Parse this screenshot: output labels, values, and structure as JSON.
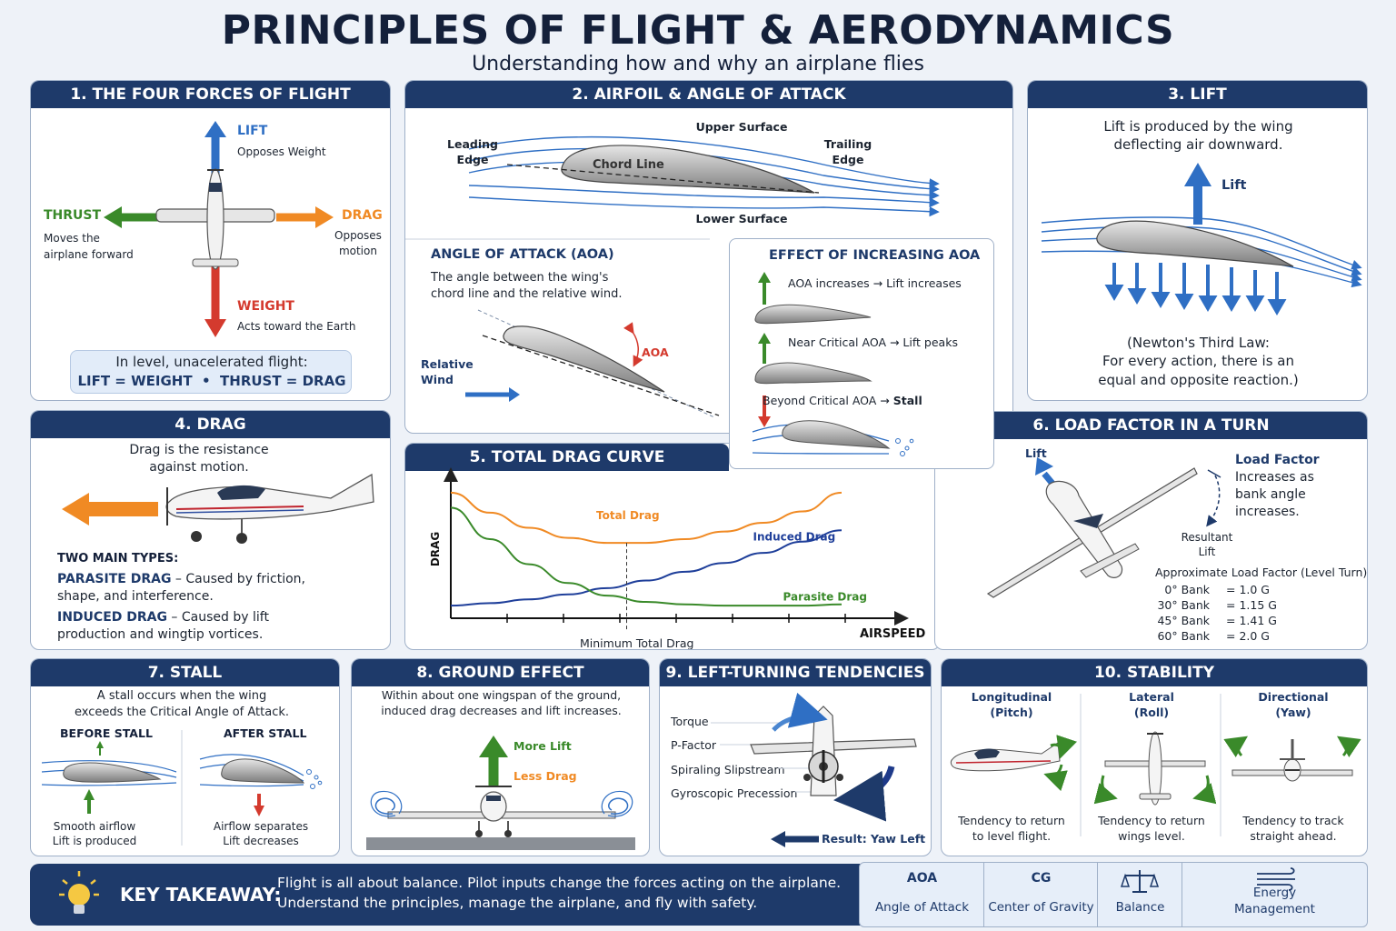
{
  "title": "PRINCIPLES OF FLIGHT & AERODYNAMICS",
  "subtitle": "Understanding how and why an airplane flies",
  "p1": {
    "head": "1. THE FOUR FORCES OF FLIGHT",
    "lift": "LIFT",
    "lift_desc": "Opposes Weight",
    "thrust": "THRUST",
    "thrust_desc": "Moves the\nairplane forward",
    "drag": "DRAG",
    "drag_desc": "Opposes\nmotion",
    "weight": "WEIGHT",
    "weight_desc": "Acts toward the Earth",
    "balance_line1": "In level, unacelerated flight:",
    "balance_line2": "LIFT = WEIGHT  •  THRUST = DRAG"
  },
  "p2": {
    "head": "2. AIRFOIL & ANGLE OF ATTACK",
    "leading_edge": "Leading\nEdge",
    "upper_surface": "Upper Surface",
    "trailing_edge": "Trailing\nEdge",
    "chord_line": "Chord Line",
    "lower_surface": "Lower Surface",
    "aoa_title": "ANGLE OF ATTACK (AOA)",
    "aoa_desc": "The angle between the wing's\nchord line and the relative wind.",
    "aoa_label": "AOA",
    "relative_wind": "Relative\nWind",
    "effect_title": "EFFECT OF INCREASING AOA",
    "effect1": "AOA increases → Lift increases",
    "effect2": "Near Critical AOA → Lift peaks",
    "effect3_prefix": "Beyond Critical AOA → ",
    "effect3_bold": "Stall"
  },
  "p3": {
    "head": "3. LIFT",
    "desc": "Lift is produced by the wing\ndeflecting air downward.",
    "lift": "Lift",
    "newton": "(Newton's Third Law:\nFor every action, there is an\nequal and opposite reaction.)"
  },
  "p4": {
    "head": "4. DRAG",
    "desc": "Drag is the resistance\nagainst motion.",
    "types": "TWO MAIN TYPES:",
    "parasite_b": "PARASITE DRAG",
    "parasite": " – Caused by friction,\nshape, and interference.",
    "induced_b": "INDUCED DRAG",
    "induced": " – Caused by lift\nproduction and wingtip vortices."
  },
  "p5": {
    "head": "5. TOTAL DRAG CURVE",
    "min_label": "Minimum Total Drag"
  },
  "chart_data": {
    "type": "line",
    "xlabel": "AIRSPEED",
    "ylabel": "DRAG",
    "x": [
      0,
      1,
      2,
      3,
      4,
      5,
      6,
      7,
      8,
      9,
      10
    ],
    "series": [
      {
        "name": "Total Drag",
        "values": [
          10.0,
          8.4,
          7.2,
          6.4,
          6.0,
          6.0,
          6.3,
          6.9,
          7.6,
          8.5,
          10.0
        ]
      },
      {
        "name": "Induced Drag",
        "values": [
          1.0,
          1.2,
          1.5,
          1.9,
          2.4,
          3.0,
          3.7,
          4.4,
          5.2,
          6.1,
          7.0
        ]
      },
      {
        "name": "Parasite Drag",
        "values": [
          8.8,
          6.3,
          4.3,
          2.8,
          1.8,
          1.3,
          1.1,
          1.0,
          1.0,
          1.0,
          1.1
        ]
      }
    ],
    "colors": [
      "#f08a24",
      "#1f3f9a",
      "#3a8a2a"
    ],
    "ylim": [
      0,
      11
    ],
    "xlim": [
      0,
      10
    ],
    "grid": false
  },
  "p6": {
    "head": "6. LOAD FACTOR IN A TURN",
    "lift": "Lift",
    "load_factor_b": "Load Factor",
    "load_factor": "Increases as\nbank angle\nincreases.",
    "resultant": "Resultant\nLift",
    "table_title": "Approximate Load Factor (Level Turn)",
    "rows": [
      {
        "bank": "0° Bank",
        "g": "= 1.0 G"
      },
      {
        "bank": "30° Bank",
        "g": "= 1.15 G"
      },
      {
        "bank": "45° Bank",
        "g": "= 1.41 G"
      },
      {
        "bank": "60° Bank",
        "g": "= 2.0 G"
      }
    ]
  },
  "p7": {
    "head": "7. STALL",
    "desc": "A stall occurs when the wing\nexceeds the Critical Angle of Attack.",
    "before": "BEFORE STALL",
    "after": "AFTER STALL",
    "before_desc": "Smooth airflow\nLift is produced",
    "after_desc": "Airflow separates\nLift decreases"
  },
  "p8": {
    "head": "8. GROUND EFFECT",
    "desc": "Within about one wingspan of the ground,\ninduced drag decreases and lift increases.",
    "more_lift": "More Lift",
    "less_drag": "Less Drag"
  },
  "p9": {
    "head": "9. LEFT-TURNING TENDENCIES",
    "items": [
      "Torque",
      "P-Factor",
      "Spiraling Slipstream",
      "Gyroscopic Precession"
    ],
    "result": "Result: Yaw Left"
  },
  "p10": {
    "head": "10. STABILITY",
    "cols": [
      {
        "title": "Longitudinal\n(Pitch)",
        "desc": "Tendency to return\nto level flight."
      },
      {
        "title": "Lateral\n(Roll)",
        "desc": "Tendency to return\nwings level."
      },
      {
        "title": "Directional\n(Yaw)",
        "desc": "Tendency to track\nstraight ahead."
      }
    ]
  },
  "footer": {
    "label": "KEY TAKEAWAY:",
    "text": "Flight is all about balance.  Pilot inputs change the forces acting on the airplane.\nUnderstand the principles, manage the airplane, and fly with safety.",
    "items": [
      {
        "icon_text": "AOA",
        "label": "Angle of Attack"
      },
      {
        "icon_text": "CG",
        "label": "Center of Gravity"
      },
      {
        "icon_text": "",
        "label": "Balance"
      },
      {
        "icon_text": "",
        "label": "Energy\nManagement"
      }
    ]
  },
  "colors": {
    "navy": "#1e3a6a",
    "blue": "#2f6fc4",
    "green": "#3a8a2a",
    "orange": "#f08a24",
    "red": "#d43a2e"
  }
}
